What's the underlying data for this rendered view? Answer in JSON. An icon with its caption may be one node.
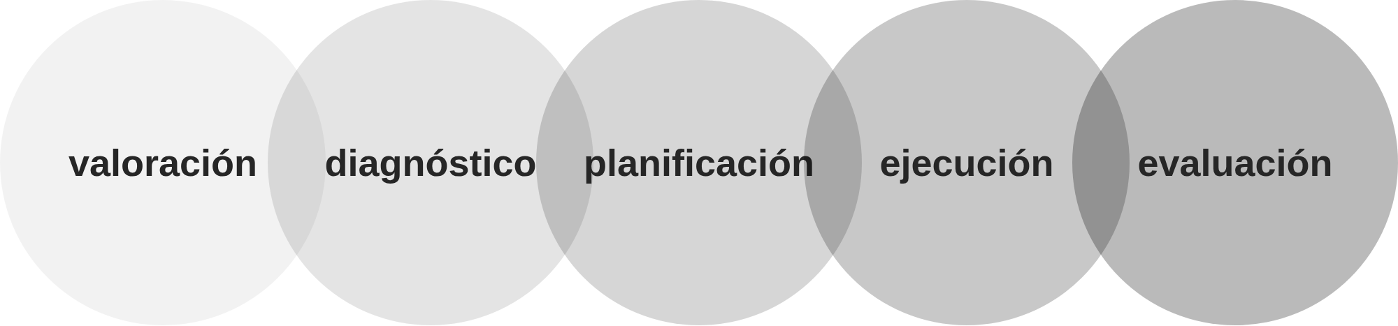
{
  "diagram": {
    "nodes": [
      {
        "text": [
          "valoración"
        ]
      },
      {
        "text": [
          "diagnóstico"
        ]
      },
      {
        "text": [
          "planificación"
        ]
      },
      {
        "text": [
          "ejecución"
        ]
      },
      {
        "text": [
          "evaluación"
        ]
      }
    ]
  }
}
